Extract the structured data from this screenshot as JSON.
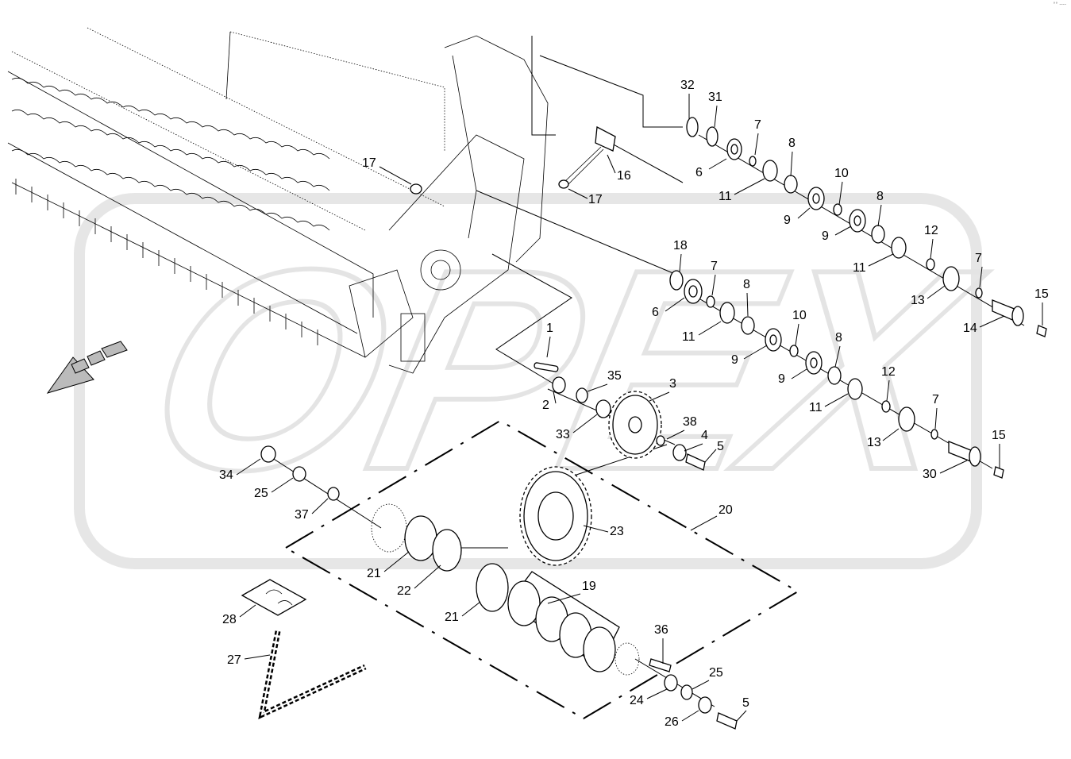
{
  "watermark": {
    "text": "OPEX"
  },
  "corner_mark": "°° ----",
  "callouts": {
    "c1": "1",
    "c2": "2",
    "c3": "3",
    "c4": "4",
    "c5a": "5",
    "c5b": "5",
    "c6a": "6",
    "c6b": "6",
    "c7a": "7",
    "c7b": "7",
    "c7c": "7",
    "c7d": "7",
    "c8a": "8",
    "c8b": "8",
    "c8c": "8",
    "c8d": "8",
    "c9a": "9",
    "c9b": "9",
    "c9c": "9",
    "c9d": "9",
    "c10a": "10",
    "c10b": "10",
    "c11a": "11",
    "c11b": "11",
    "c11c": "11",
    "c11d": "11",
    "c12a": "12",
    "c12b": "12",
    "c13a": "13",
    "c13b": "13",
    "c14": "14",
    "c15a": "15",
    "c15b": "15",
    "c16": "16",
    "c17a": "17",
    "c17b": "17",
    "c18": "18",
    "c19": "19",
    "c20": "20",
    "c21a": "21",
    "c21b": "21",
    "c22": "22",
    "c23": "23",
    "c24": "24",
    "c25a": "25",
    "c25b": "25",
    "c26": "26",
    "c27": "27",
    "c28": "28",
    "c30": "30",
    "c31": "31",
    "c32": "32",
    "c33": "33",
    "c34": "34",
    "c35": "35",
    "c36": "36",
    "c37": "37",
    "c38": "38"
  }
}
